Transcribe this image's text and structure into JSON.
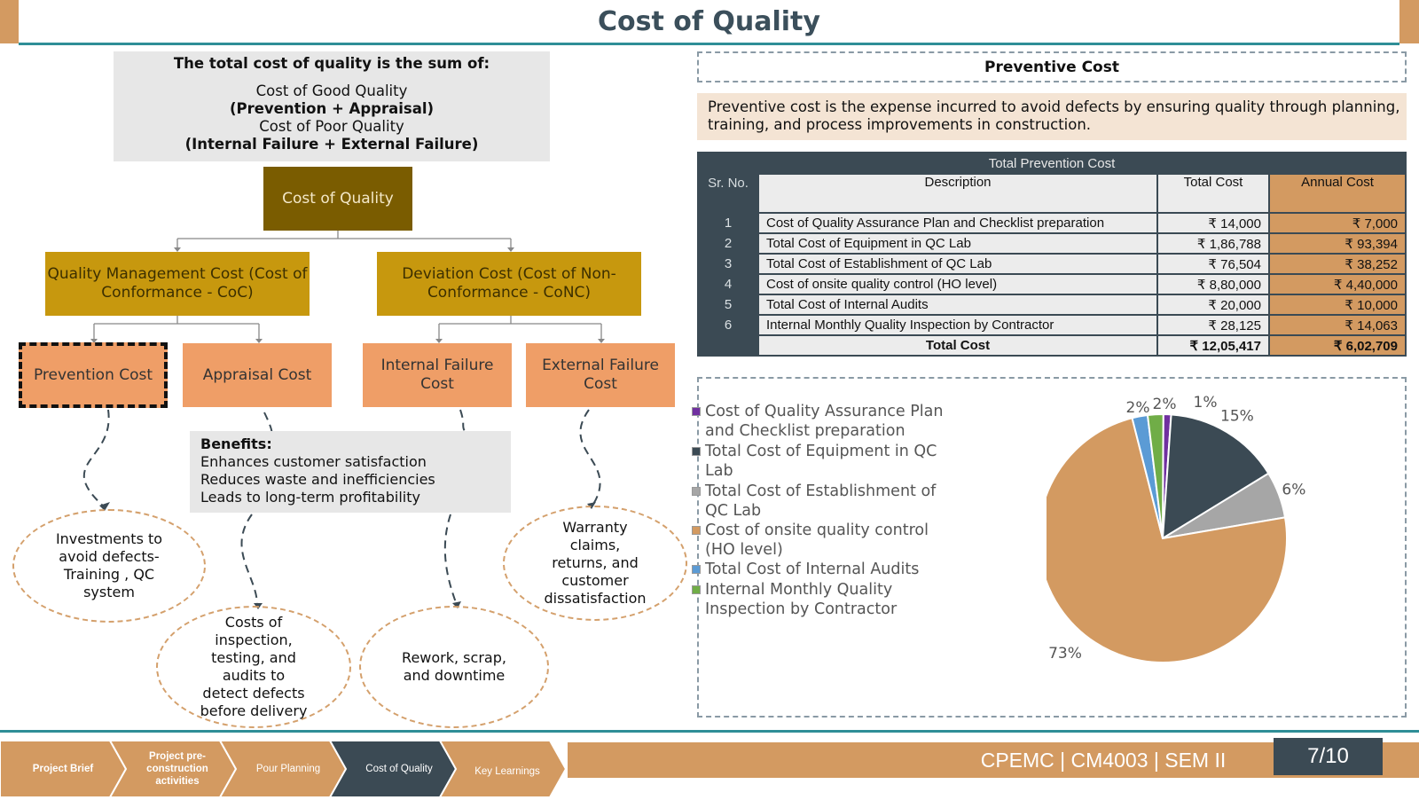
{
  "header": {
    "title": "Cost of Quality"
  },
  "summary": {
    "heading": "The total cost of quality is the sum of:",
    "line1": "Cost of Good Quality",
    "line2": "(Prevention + Appraisal)",
    "line3": "Cost of Poor Quality",
    "line4": "(Internal Failure + External Failure)"
  },
  "tree": {
    "root": "Cost of Quality",
    "qmc": "Quality Management Cost (Cost of Conformance - CoC)",
    "deviation": "Deviation Cost (Cost of Non-Conformance - CoNC)",
    "prevention": "Prevention Cost",
    "appraisal": "Appraisal Cost",
    "internal": "Internal Failure Cost",
    "external": "External Failure Cost"
  },
  "benefits": {
    "heading": "Benefits:",
    "items": [
      "Enhances customer satisfaction",
      "Reduces waste and inefficiencies",
      "Leads to long-term profitability"
    ]
  },
  "ellipses": {
    "prevention": "Investments to avoid defects- Training , QC system",
    "appraisal": "Costs of inspection, testing, and audits to detect defects before delivery",
    "internal": "Rework, scrap, and downtime",
    "external": "Warranty claims, returns, and customer dissatisfaction"
  },
  "preventive": {
    "title": "Preventive Cost",
    "description": "Preventive cost is the expense incurred to avoid defects by ensuring quality through planning, training, and process improvements in construction."
  },
  "table": {
    "caption": "Total Prevention Cost",
    "headers": {
      "sr": "Sr. No.",
      "desc": "Description",
      "total": "Total Cost",
      "annual": "Annual Cost"
    },
    "rows": [
      {
        "sr": "1",
        "desc": "Cost of Quality Assurance Plan and Checklist preparation",
        "total": "₹ 14,000",
        "annual": "₹ 7,000"
      },
      {
        "sr": "2",
        "desc": "Total Cost of Equipment in QC Lab",
        "total": "₹ 1,86,788",
        "annual": "₹ 93,394"
      },
      {
        "sr": "3",
        "desc": "Total Cost of Establishment of QC Lab",
        "total": "₹ 76,504",
        "annual": "₹ 38,252"
      },
      {
        "sr": "4",
        "desc": "Cost of onsite quality control (HO level)",
        "total": "₹ 8,80,000",
        "annual": "₹ 4,40,000"
      },
      {
        "sr": "5",
        "desc": "Total Cost of Internal Audits",
        "total": "₹ 20,000",
        "annual": "₹ 10,000"
      },
      {
        "sr": "6",
        "desc": "Internal Monthly Quality Inspection by Contractor",
        "total": "₹ 28,125",
        "annual": "₹ 14,063"
      }
    ],
    "total": {
      "label": "Total Cost",
      "total": "₹ 12,05,417",
      "annual": "₹ 6,02,709"
    }
  },
  "chart_data": {
    "type": "pie",
    "categories": [
      "Cost of Quality Assurance Plan and Checklist preparation",
      "Total Cost of Equipment in QC Lab",
      "Total Cost of Establishment of QC Lab",
      "Cost of onsite quality control (HO level)",
      "Total Cost of Internal Audits",
      "Internal Monthly Quality Inspection by Contractor"
    ],
    "values": [
      1,
      15,
      6,
      73,
      2,
      2
    ],
    "labels": [
      "1%",
      "15%",
      "6%",
      "73%",
      "2%",
      "2%"
    ],
    "colors": [
      "#7030a0",
      "#3b4a54",
      "#a6a6a6",
      "#d39a61",
      "#5b9bd5",
      "#70ad47"
    ],
    "legend_placement": "left"
  },
  "legend": {
    "items": [
      {
        "line1": "Cost of Quality Assurance Plan",
        "line2": "and Checklist preparation"
      },
      {
        "line1": "Total Cost of Equipment in QC",
        "line2": "Lab"
      },
      {
        "line1": "Total Cost of Establishment of",
        "line2": "QC Lab"
      },
      {
        "line1": "Cost of onsite quality control",
        "line2": "(HO level)"
      },
      {
        "line1": "Total Cost of Internal Audits",
        "line2": ""
      },
      {
        "line1": "Internal Monthly Quality",
        "line2": "Inspection by Contractor"
      }
    ]
  },
  "footer": {
    "nav": [
      {
        "label": "Project Brief",
        "active": false
      },
      {
        "label": "Project pre-construction activities",
        "active": false
      },
      {
        "label": "Pour Planning",
        "active": false
      },
      {
        "label": "Cost of Quality",
        "active": true
      },
      {
        "label": "Key Learnings",
        "active": false
      }
    ],
    "nav_colors": {
      "normal": "#d39a61",
      "active": "#3b4a54"
    },
    "course": "CPEMC | CM4003 | SEM II",
    "page": "7/10"
  }
}
